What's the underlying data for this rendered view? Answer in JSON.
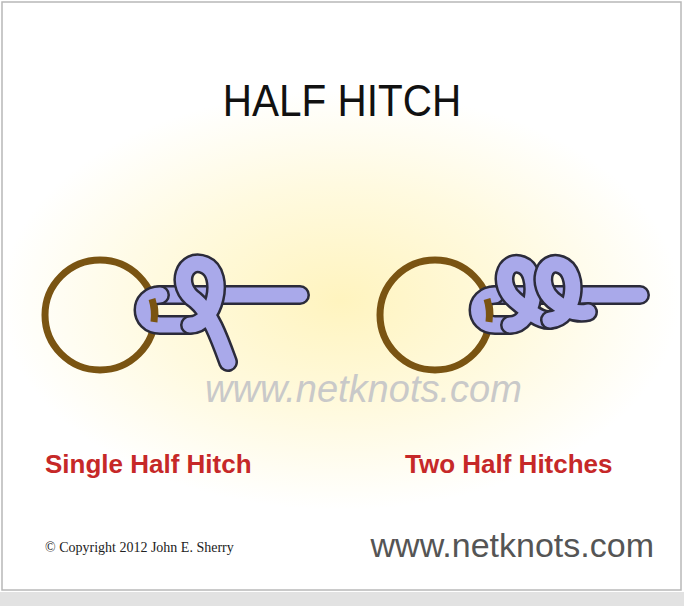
{
  "diagram": {
    "title": "HALF HITCH",
    "labels": [
      "www.netknots.com",
      "Single Half Hitch",
      "Two Half Hitches",
      "© Copyright 2012 John E. Sherry",
      "www.netknots.com"
    ]
  }
}
